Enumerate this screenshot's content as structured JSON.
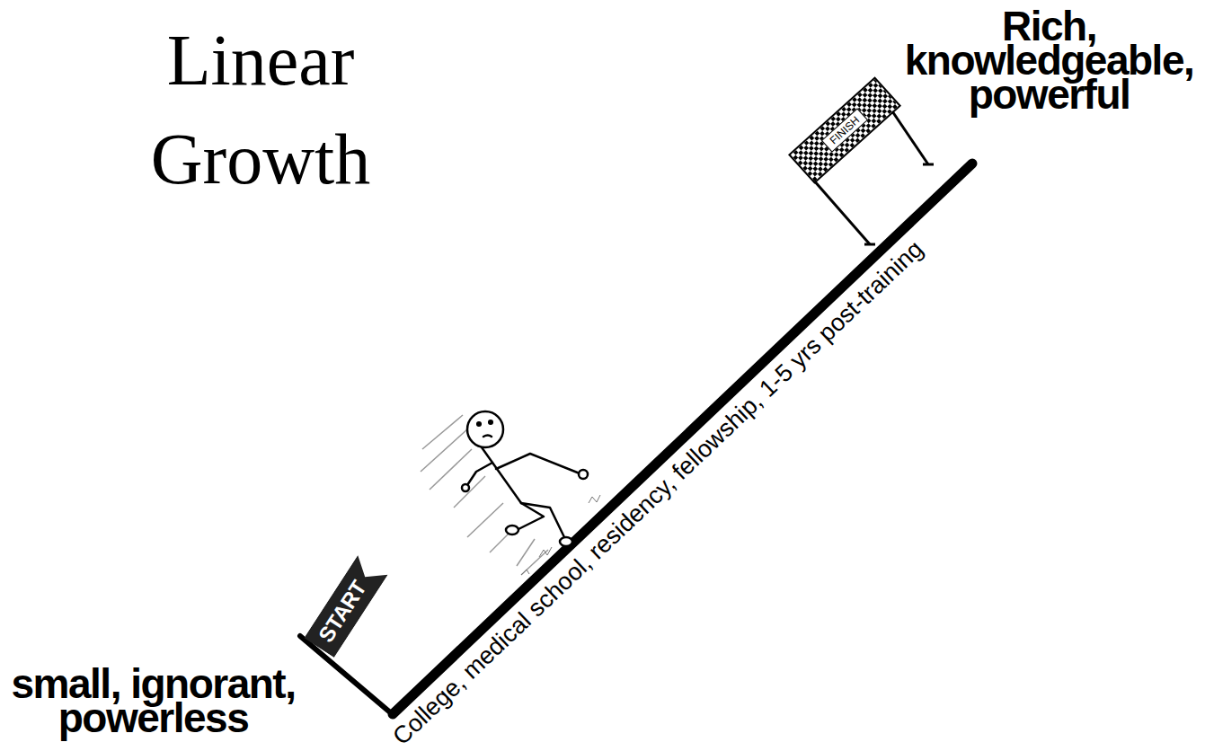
{
  "diagram": {
    "title": "Linear Growth",
    "nodes": [
      {
        "text": [
          "START"
        ]
      },
      {
        "text": [
          "FINISH"
        ]
      }
    ],
    "labels": [
      "small, ignorant, powerless",
      "Rich, knowledgeable, powerful",
      "College, medical school, residency, fellowship, 1-5 yrs post-training"
    ]
  }
}
